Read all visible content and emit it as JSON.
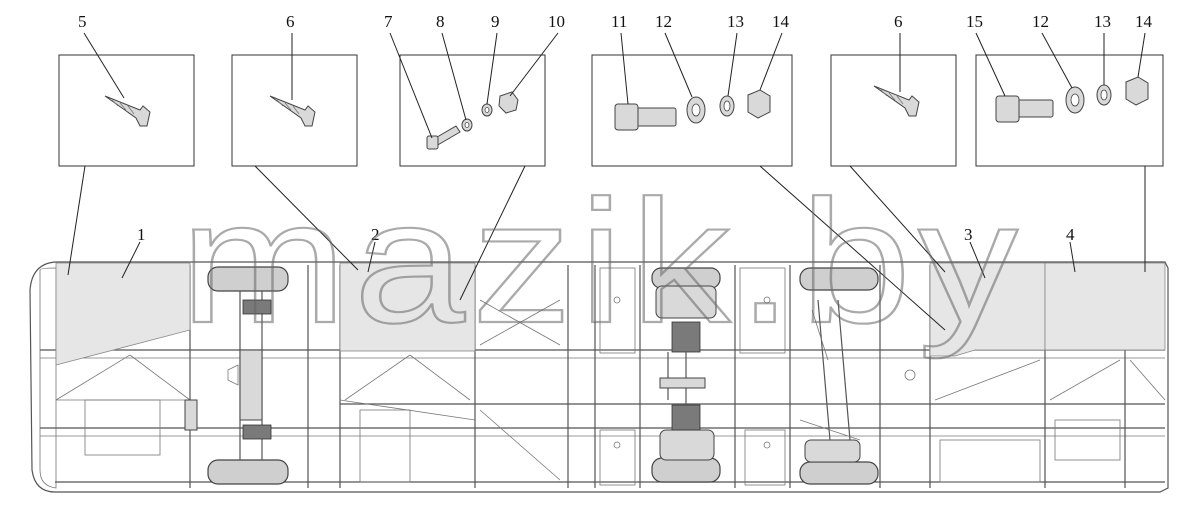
{
  "callouts": {
    "top_numbers": [
      "5",
      "6",
      "7",
      "8",
      "9",
      "10",
      "11",
      "12",
      "13",
      "14",
      "6",
      "15",
      "12",
      "13",
      "14"
    ],
    "body_numbers": [
      "1",
      "2",
      "3",
      "4"
    ]
  },
  "watermark": "mazik.by",
  "icons": {
    "screw": "self-tapping-screw-icon",
    "bolt": "bolt-icon",
    "washer": "flat-washer-icon",
    "spring_washer": "spring-washer-icon",
    "nut": "hex-nut-icon"
  }
}
